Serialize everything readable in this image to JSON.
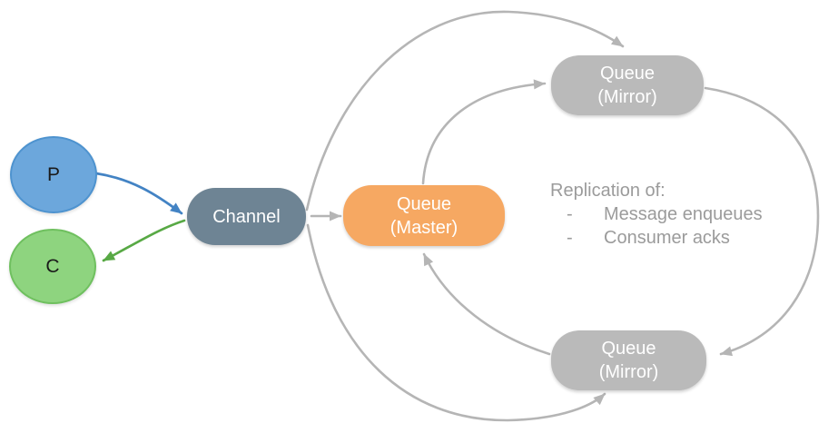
{
  "nodes": {
    "producer": {
      "label": "P",
      "fill": "#6ca7dc",
      "border": "#4e93cf"
    },
    "consumer": {
      "label": "C",
      "fill": "#8ed47f",
      "border": "#6fc05f"
    },
    "channel": {
      "label": "Channel",
      "fill": "#6e8494"
    },
    "queue_master": {
      "label": "Queue\n(Master)",
      "fill": "#f6a862"
    },
    "queue_mirror_top": {
      "label": "Queue\n(Mirror)",
      "fill": "#bababa"
    },
    "queue_mirror_bottom": {
      "label": "Queue\n(Mirror)",
      "fill": "#bababa"
    }
  },
  "annotation": {
    "title": "Replication of:",
    "bullet": "-",
    "items": [
      "Message enqueues",
      "Consumer acks"
    ],
    "color": "#9b9b9b"
  },
  "edges": {
    "color_gray": "#b5b5b5",
    "color_blue": "#4383c4",
    "color_green": "#58a945"
  }
}
